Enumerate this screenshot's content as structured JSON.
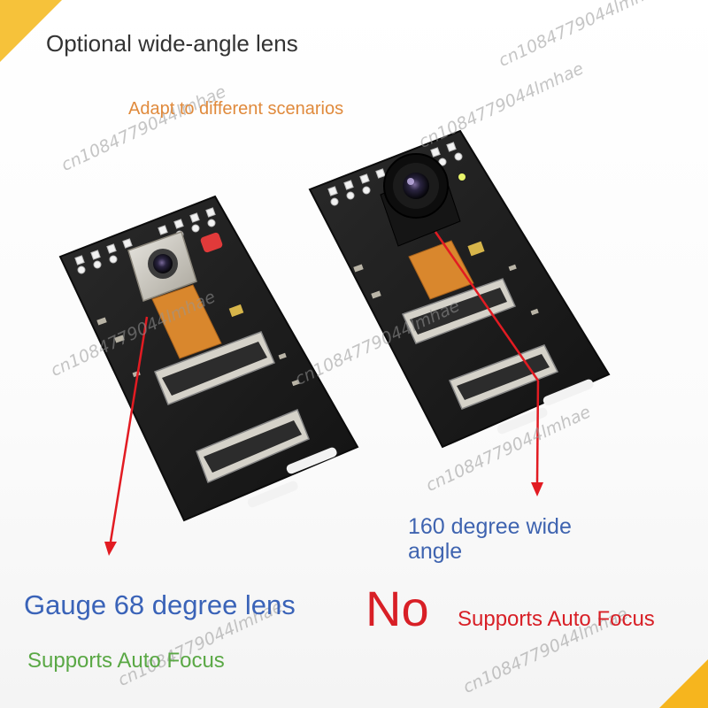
{
  "headline": "Optional wide-angle lens",
  "subhead": "Adapt to different scenarios",
  "left_board": {
    "lens_label": "Gauge 68 degree lens",
    "focus_label": "Supports Auto Focus"
  },
  "right_board": {
    "lens_label": "160 degree wide angle",
    "no_label": "No",
    "focus_label": "Supports Auto Focus"
  },
  "watermark": "cn1084779044lmhae",
  "colors": {
    "corner_accent": "#f6c23a",
    "board": "#1c1c1c",
    "ribbon": "#d9872d",
    "arrow": "#e21b22",
    "left_lens_label": "#3a63b8",
    "left_focus_label": "#5aa845",
    "right_focus_label": "#d81f26"
  }
}
